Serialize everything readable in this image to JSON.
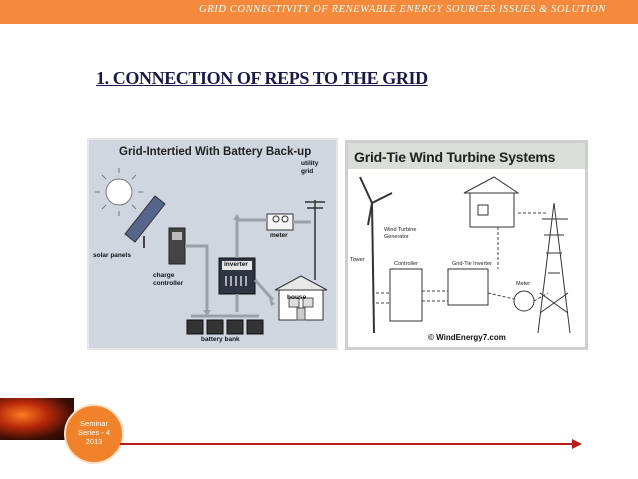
{
  "header": {
    "text": "GRID CONNECTIVITY OF RENEWABLE ENERGY SOURCES ISSUES & SOLUTION"
  },
  "slide": {
    "title": "1.  CONNECTION OF REPS TO THE GRID"
  },
  "left_figure": {
    "heading": "Grid-Intertied With Battery Back-up",
    "labels": {
      "utility_grid": "utility\ngrid",
      "meter": "meter",
      "solar_panels": "solar panels",
      "charge_controller": "charge\ncontroller",
      "inverter": "inverter",
      "house": "house",
      "battery_bank": "battery bank"
    }
  },
  "right_figure": {
    "heading": "Grid-Tie Wind Turbine Systems",
    "labels": {
      "wind_turbine_generator": "Wind Turbine\nGenerator",
      "tower": "Tower",
      "controller": "Controller",
      "grid_tie_inverter": "Grid-Tie Inverter",
      "meter": "Meter"
    },
    "credit": "© WindEnergy7.com"
  },
  "badge": {
    "text": "Seminar\nSeries - 4\n2013"
  },
  "colors": {
    "accent": "#f58a3c",
    "arrow": "#b71c1c",
    "title": "#1a1a4a"
  }
}
